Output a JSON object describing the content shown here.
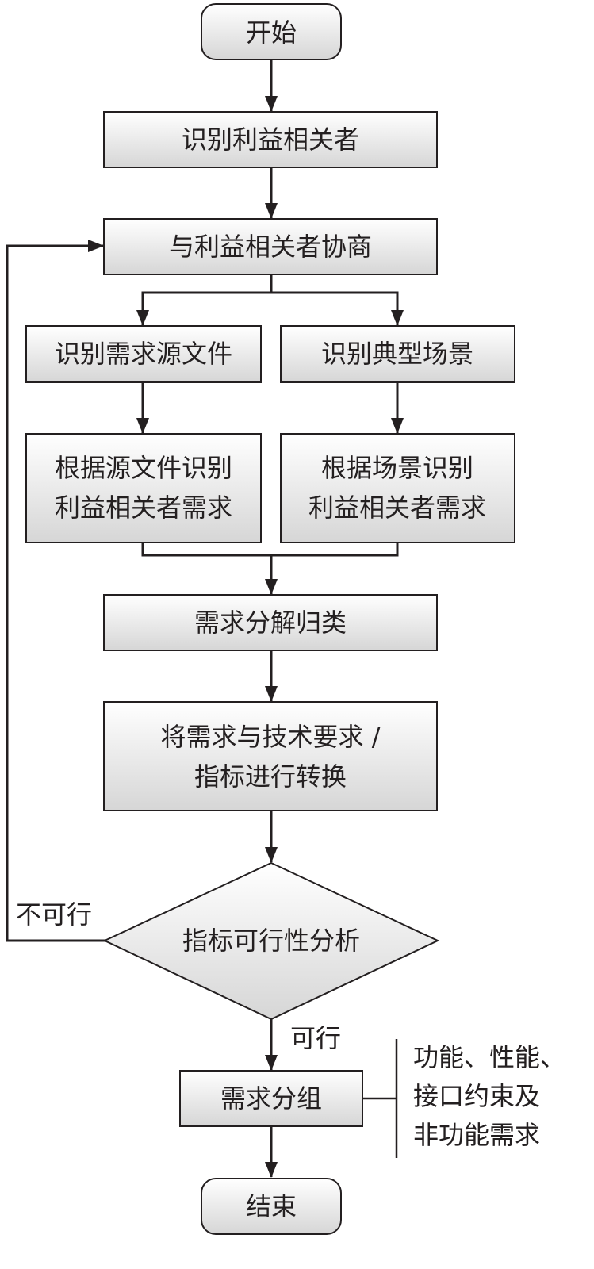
{
  "nodes": {
    "start": "开始",
    "identify_stakeholders": "识别利益相关者",
    "negotiate": "与利益相关者协商",
    "identify_docs": "识别需求源文件",
    "identify_scenarios": "识别典型场景",
    "docs_needs_line1": "根据源文件识别",
    "docs_needs_line2": "利益相关者需求",
    "scen_needs_line1": "根据场景识别",
    "scen_needs_line2": "利益相关者需求",
    "decompose": "需求分解归类",
    "convert_line1": "将需求与技术要求 /",
    "convert_line2": "指标进行转换",
    "feasibility": "指标可行性分析",
    "group": "需求分组",
    "end": "结束"
  },
  "edge_labels": {
    "infeasible": "不可行",
    "feasible": "可行"
  },
  "annotation": {
    "line1": "功能、性能、",
    "line2": "接口约束及",
    "line3": "非功能需求"
  }
}
